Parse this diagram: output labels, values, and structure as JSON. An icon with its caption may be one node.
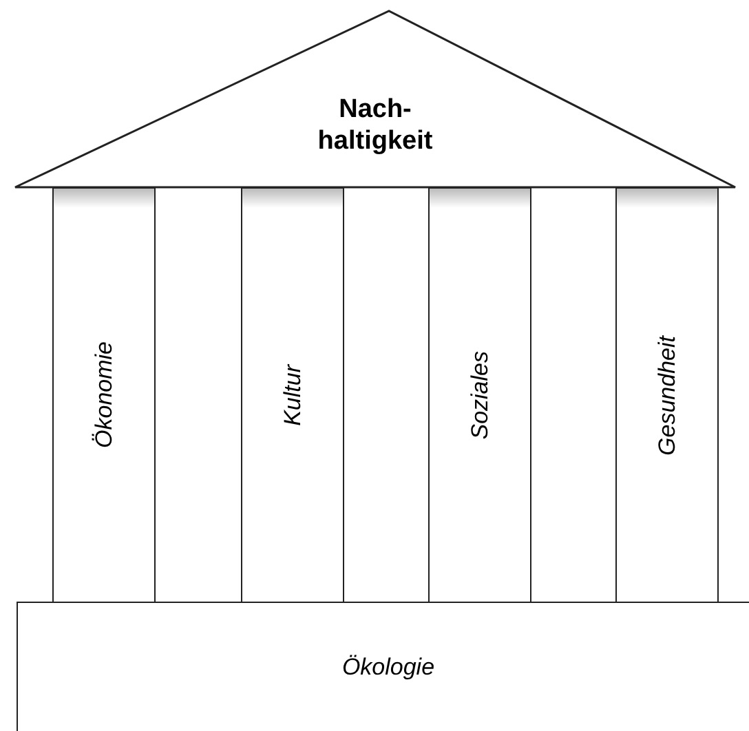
{
  "diagram": {
    "nodes": [
      {
        "text": [
          "Nach- haltigkeit"
        ]
      },
      {
        "text": [
          "Ökonomie"
        ]
      },
      {
        "text": [
          "Kultur"
        ]
      },
      {
        "text": [
          "Soziales"
        ]
      },
      {
        "text": [
          "Gesundheit"
        ]
      },
      {
        "text": [
          "Ökologie"
        ]
      }
    ]
  }
}
